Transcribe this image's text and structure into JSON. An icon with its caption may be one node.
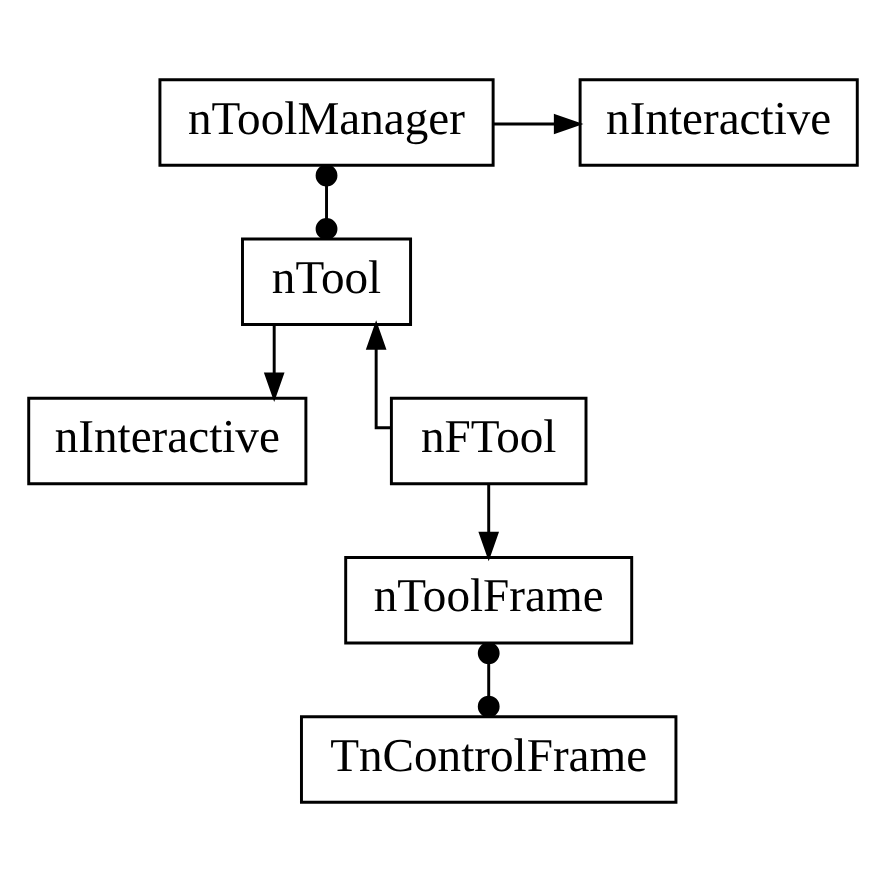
{
  "diagram": {
    "nodes": [
      {
        "text": [
          "nToolManager"
        ]
      },
      {
        "text": [
          "nInteractive"
        ]
      },
      {
        "text": [
          "nTool"
        ]
      },
      {
        "text": [
          "nInteractive"
        ]
      },
      {
        "text": [
          "nFTool"
        ]
      },
      {
        "text": [
          "nToolFrame"
        ]
      },
      {
        "text": [
          "TnControlFrame"
        ]
      }
    ],
    "edges": [
      {
        "from": 0,
        "to": 1,
        "arrow": "to"
      },
      {
        "from": 0,
        "to": 2,
        "arrow": "other"
      },
      {
        "from": 2,
        "to": 3,
        "arrow": "to"
      },
      {
        "from": 4,
        "to": 2,
        "arrow": "to"
      },
      {
        "from": 4,
        "to": 5,
        "arrow": "to"
      },
      {
        "from": 5,
        "to": 6,
        "arrow": "other"
      }
    ]
  }
}
